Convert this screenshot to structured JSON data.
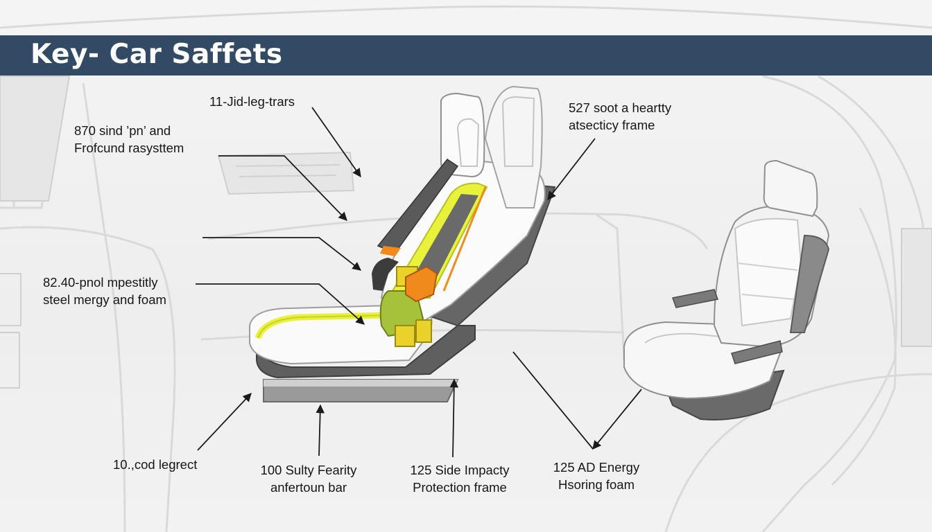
{
  "title": "Key- Car Saffets",
  "labels": {
    "top_center": "11-Jid-leg-trars",
    "top_left": {
      "line1": "870 sind ’pn’ and",
      "line2": "Frofcund rasysttem"
    },
    "top_right": {
      "line1": "527 soot a heartty",
      "line2": "atsecticy frame"
    },
    "mid_left": {
      "line1": "82.40-pnol mpestitly",
      "line2": "steel mergy and foam"
    },
    "bottom_1": "10.,cod legrect",
    "bottom_2": {
      "line1": "100 Sulty Fearity",
      "line2": "anfertoun bar"
    },
    "bottom_3": {
      "line1": "125 Side Impacty",
      "line2": "Protection frame"
    },
    "bottom_4": {
      "line1": "125 AD Energy",
      "line2": "Hsoring foam"
    }
  },
  "colors": {
    "banner": "#324a63",
    "title_text": "#ffffff",
    "highlight_yellow": "#e9f23a",
    "highlight_orange": "#f08a1c",
    "frame_gray": "#5e5e5e",
    "leader_line": "#1a1a1a"
  }
}
